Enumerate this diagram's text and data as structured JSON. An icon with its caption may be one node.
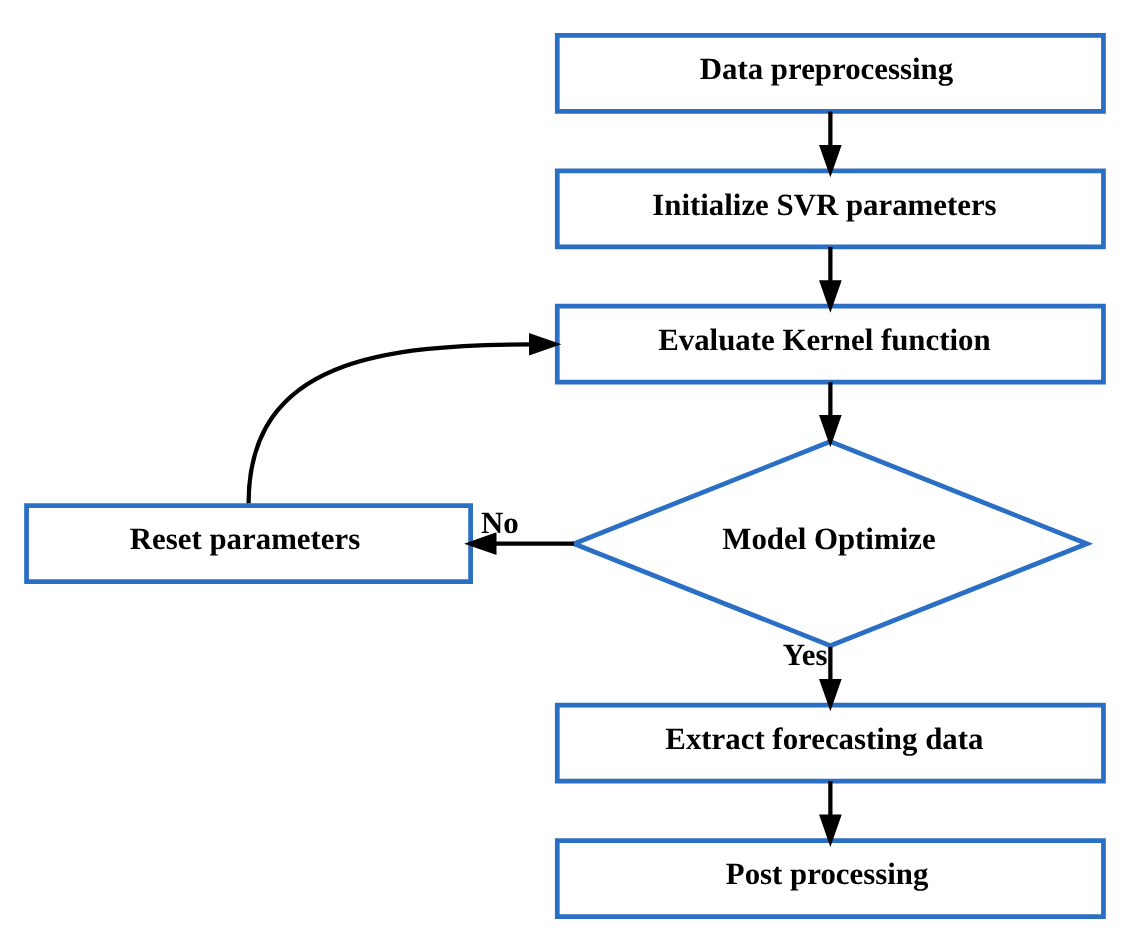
{
  "diagram": {
    "nodes": [
      {
        "text": [
          "Data preprocessing"
        ]
      },
      {
        "text": [
          "Initialize SVR parameters"
        ]
      },
      {
        "text": [
          "Evaluate Kernel function"
        ]
      },
      {
        "text": [
          "Model Optimize"
        ]
      },
      {
        "text": [
          "Reset parameters"
        ]
      },
      {
        "text": [
          "Extract forecasting data"
        ]
      },
      {
        "text": [
          "Post processing"
        ]
      }
    ],
    "edges": [
      {
        "from": 0,
        "to": 1,
        "arrow": "to"
      },
      {
        "from": 1,
        "to": 2,
        "arrow": "to"
      },
      {
        "from": 2,
        "to": 3,
        "arrow": "to"
      },
      {
        "from": 3,
        "to": 4,
        "arrow": "to",
        "label": "No"
      },
      {
        "from": 4,
        "to": 2,
        "arrow": "to"
      },
      {
        "from": 3,
        "to": 5,
        "arrow": "to",
        "label": "Yes"
      },
      {
        "from": 5,
        "to": 6,
        "arrow": "to"
      }
    ]
  }
}
